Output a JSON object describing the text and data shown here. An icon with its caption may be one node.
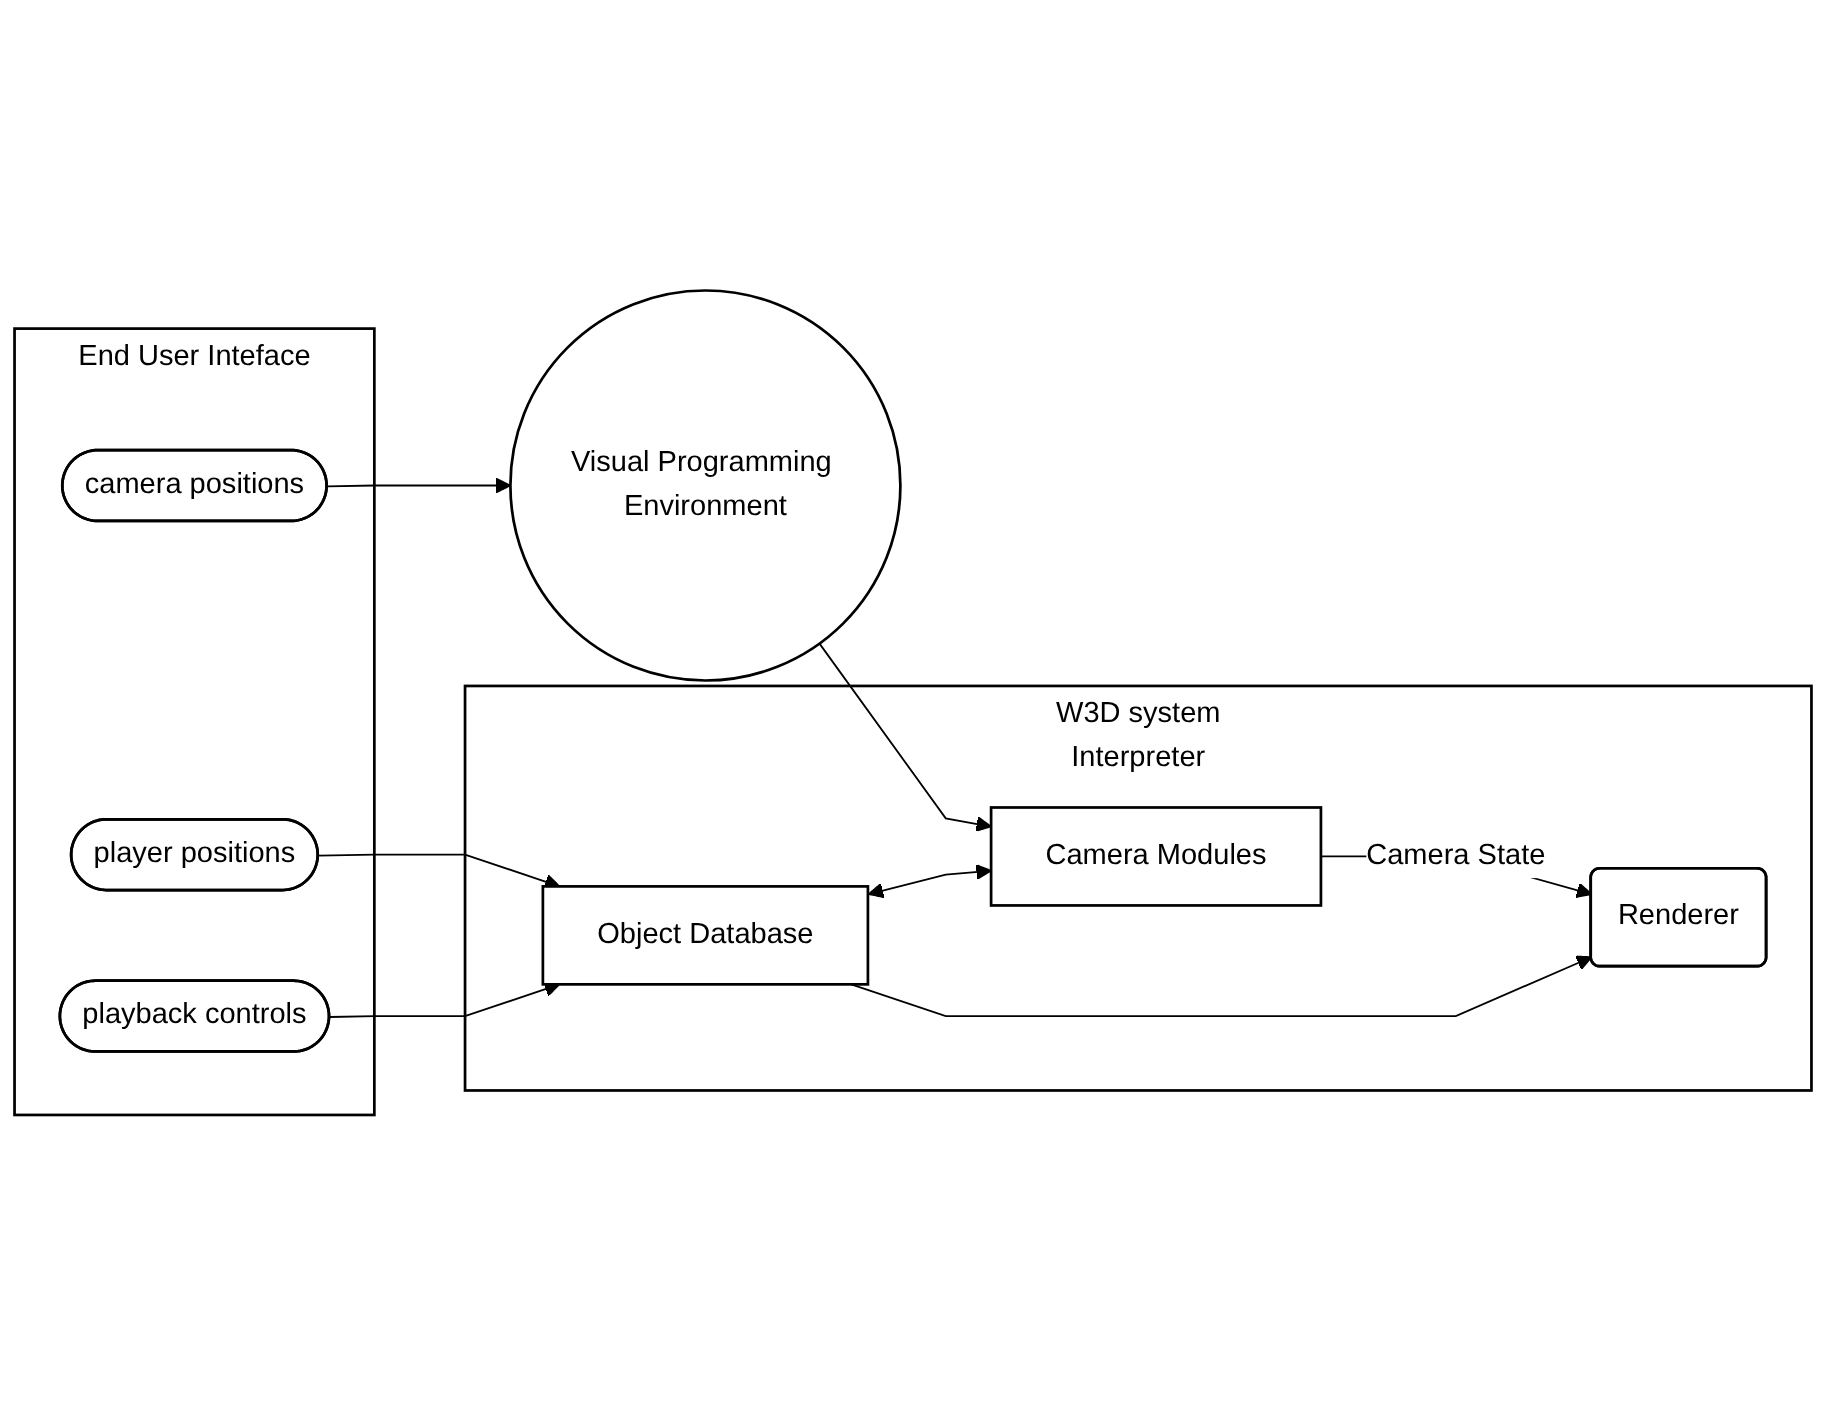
{
  "diagram": {
    "nodes": [
      {
        "text": [
          "W3D system",
          "Interpreter"
        ]
      },
      {
        "text": [
          "Object Database"
        ],
        "in": 0
      },
      {
        "text": [
          "Camera Modules"
        ],
        "in": 0
      },
      {
        "text": [
          "Renderer"
        ],
        "in": 0
      },
      {
        "text": [
          "Visual Programming Environment"
        ]
      },
      {
        "text": [
          "End User Inteface"
        ]
      },
      {
        "text": [
          "camera positions"
        ],
        "in": 5
      },
      {
        "text": [
          "player positions"
        ],
        "in": 5
      },
      {
        "text": [
          "playback controls"
        ],
        "in": 5
      }
    ],
    "edges": [
      {
        "from": 4,
        "to": 2,
        "arrow": "to"
      },
      {
        "from": 1,
        "to": 2,
        "arrow": "both"
      },
      {
        "from": 1,
        "to": 3,
        "arrow": "to"
      },
      {
        "from": 2,
        "to": 3,
        "arrow": "to",
        "label": "Camera State"
      },
      {
        "from": 7,
        "to": 1,
        "arrow": "to"
      },
      {
        "from": 8,
        "to": 1,
        "arrow": "to"
      },
      {
        "from": 6,
        "to": 4,
        "arrow": "to"
      }
    ]
  }
}
